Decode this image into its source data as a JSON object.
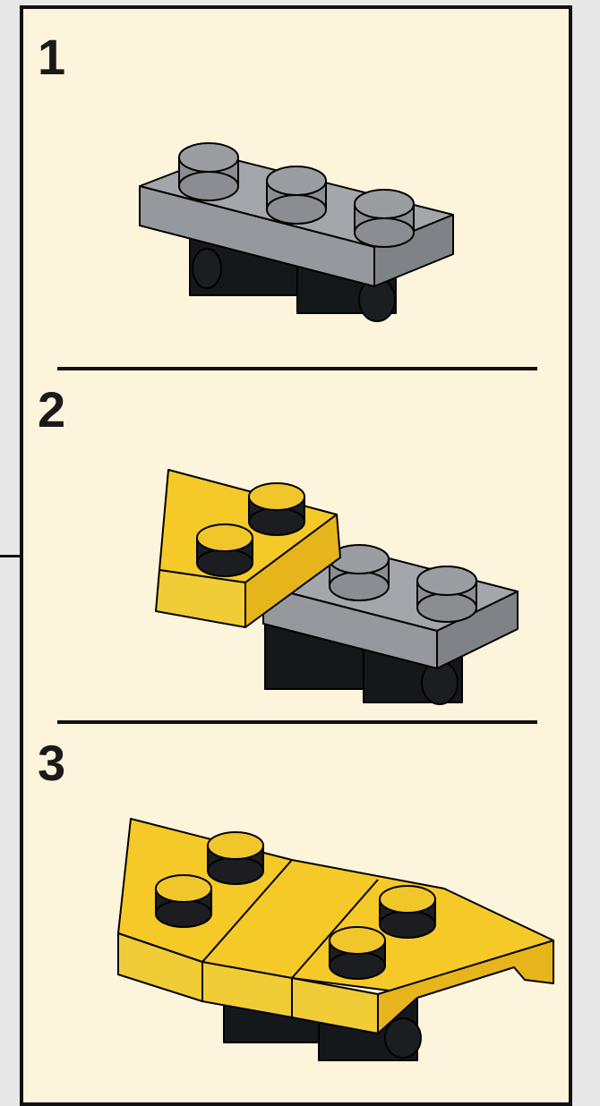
{
  "steps": [
    {
      "number": "1",
      "figure": "gray-1x3-plate-on-wheels"
    },
    {
      "number": "2",
      "figure": "yellow-wedge-plate-added"
    },
    {
      "number": "3",
      "figure": "yellow-wedge-plates-assembled"
    }
  ],
  "colors": {
    "background": "#fdf4dc",
    "frame": "#111111",
    "gray_plate": "#a0a4a8",
    "gray_top": "#8e9296",
    "yellow_plate": "#f5c928",
    "yellow_side": "#f2cf3a",
    "black_parts": "#101214"
  }
}
